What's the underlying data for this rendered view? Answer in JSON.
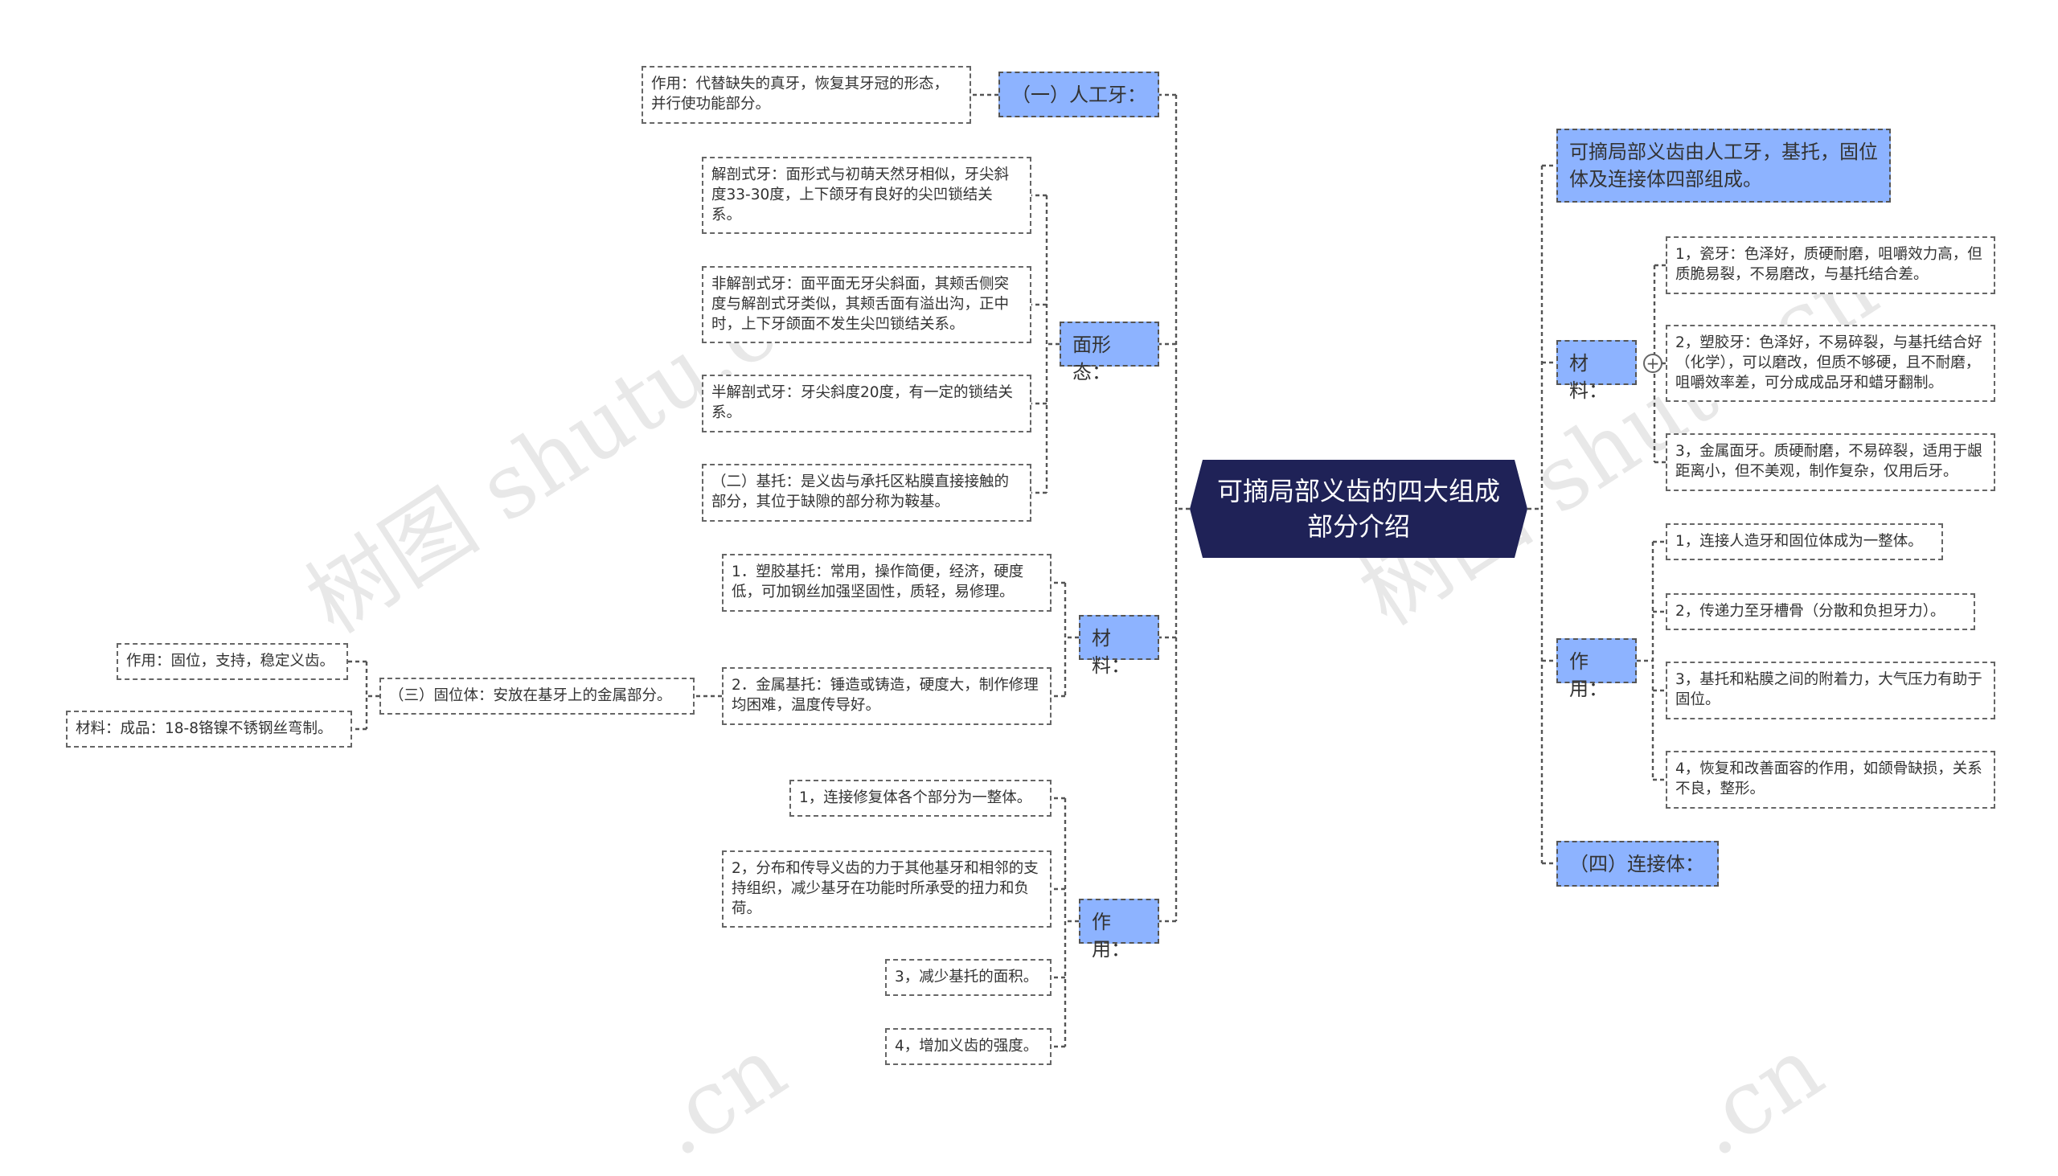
{
  "watermark": "树图 shutu.cn",
  "watermark_short": ".cn",
  "expand_symbol": "+",
  "root": "可摘局部义齿的四大组成部分介绍",
  "left": {
    "artificial_tooth": {
      "label": "（一）人工牙：",
      "note": "作用：代替缺失的真牙，恢复其牙冠的形态，并行使功能部分。"
    },
    "occlusal": {
      "label": "面形态：",
      "items": [
        "解剖式牙：面形式与初萌天然牙相似，牙尖斜度33-30度，上下颌牙有良好的尖凹锁结关系。",
        "非解剖式牙：面平面无牙尖斜面，其颊舌侧突度与解剖式牙类似，其颊舌面有溢出沟，正中时，上下牙颌面不发生尖凹锁结关系。",
        "半解剖式牙：牙尖斜度20度，有一定的锁结关系。",
        "（二）基托：是义齿与承托区粘膜直接接触的部分，其位于缺隙的部分称为鞍基。"
      ]
    },
    "material": {
      "label": "材料：",
      "items": [
        "1．塑胶基托：常用，操作简便，经济，硬度低，可加钢丝加强坚固性，质轻，易修理。",
        "2．金属基托：锤造或铸造，硬度大，制作修理均困难，温度传导好。"
      ],
      "retainer": {
        "label": "（三）固位体：安放在基牙上的金属部分。",
        "items": [
          "作用：固位，支持，稳定义齿。",
          "材料：成品：18-8铬镍不锈钢丝弯制。"
        ]
      }
    },
    "function": {
      "label": "作用：",
      "items": [
        "1，连接修复体各个部分为一整体。",
        "2，分布和传导义齿的力于其他基牙和相邻的支持组织，减少基牙在功能时所承受的扭力和负荷。",
        "3，减少基托的面积。",
        "4，增加义齿的强度。"
      ]
    }
  },
  "right": {
    "summary": "可摘局部义齿由人工牙，基托，固位体及连接体四部组成。",
    "material": {
      "label": "材料：",
      "items": [
        "1，瓷牙：色泽好，质硬耐磨，咀嚼效力高，但质脆易裂，不易磨改，与基托结合差。",
        "2，塑胶牙：色泽好，不易碎裂，与基托结合好（化学），可以磨改，但质不够硬，且不耐磨，咀嚼效率差，可分成成品牙和蜡牙翻制。",
        "3，金属面牙。质硬耐磨，不易碎裂，适用于龈距离小，但不美观，制作复杂，仅用后牙。"
      ]
    },
    "function": {
      "label": "作用：",
      "items": [
        "1，连接人造牙和固位体成为一整体。",
        "2，传递力至牙槽骨（分散和负担牙力）。",
        "3，基托和粘膜之间的附着力，大气压力有助于固位。",
        "4，恢复和改善面容的作用，如颌骨缺损，关系不良，整形。"
      ]
    },
    "connector": {
      "label": "（四）连接体："
    }
  }
}
